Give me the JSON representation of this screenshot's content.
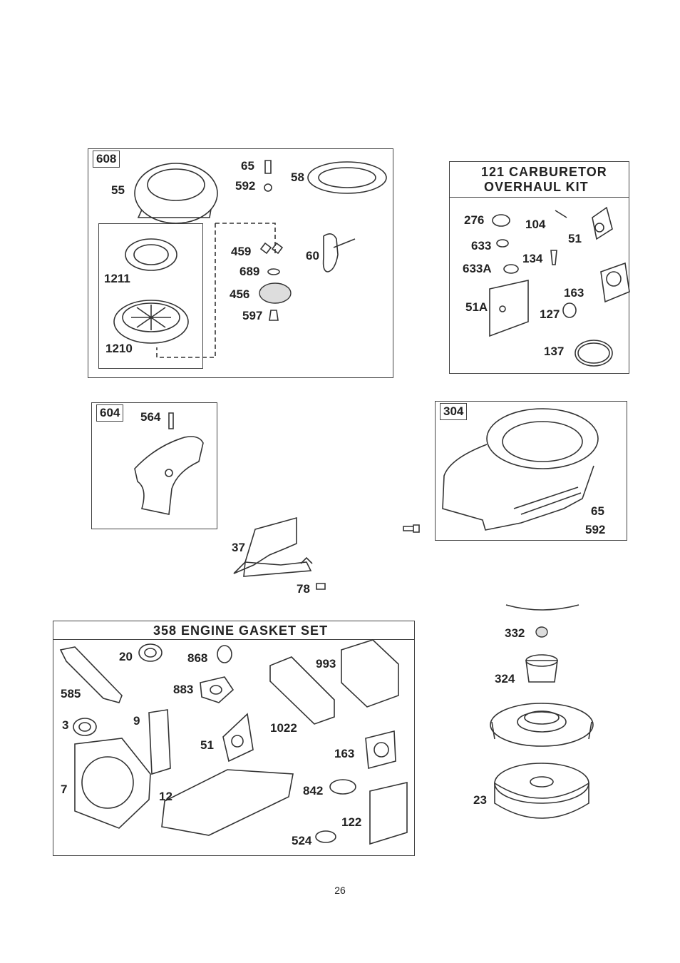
{
  "page_number": "26",
  "group_608": {
    "tag": "608",
    "labels": [
      "55",
      "65",
      "592",
      "58",
      "1211",
      "459",
      "689",
      "60",
      "456",
      "597",
      "1210"
    ]
  },
  "group_121": {
    "title_line1": "121  CARBURETOR",
    "title_line2": "OVERHAUL  KIT",
    "labels": [
      "276",
      "104",
      "51",
      "633",
      "134",
      "633A",
      "163",
      "51A",
      "127",
      "137"
    ]
  },
  "group_604": {
    "tag": "604",
    "labels": [
      "564"
    ]
  },
  "group_304": {
    "tag": "304",
    "labels": [
      "65",
      "592"
    ]
  },
  "loose_37": {
    "labels": [
      "37",
      "78"
    ]
  },
  "group_358": {
    "title": "358  ENGINE  GASKET  SET",
    "labels": [
      "20",
      "868",
      "993",
      "585",
      "883",
      "3",
      "9",
      "1022",
      "51",
      "163",
      "7",
      "12",
      "842",
      "122",
      "524"
    ]
  },
  "flywheel": {
    "labels": [
      "332",
      "324",
      "23"
    ]
  }
}
